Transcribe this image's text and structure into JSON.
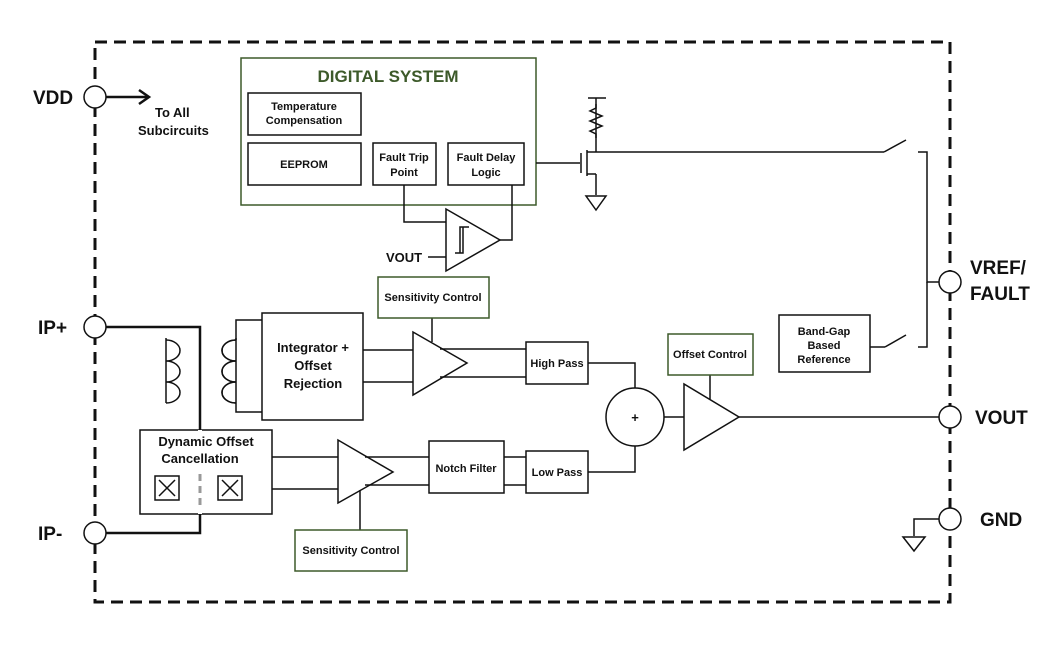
{
  "colors": {
    "green_accent": "#3d5a2a",
    "line": "#111111"
  },
  "pins": {
    "vdd": "VDD",
    "ip_plus": "IP+",
    "ip_minus": "IP-",
    "vref_fault_1": "VREF/",
    "vref_fault_2": "FAULT",
    "vout": "VOUT",
    "gnd": "GND"
  },
  "vdd_note": {
    "line1": "To All",
    "line2": "Subcircuits"
  },
  "digital_system": {
    "title": "DIGITAL SYSTEM",
    "temp_comp": {
      "line1": "Temperature",
      "line2": "Compensation"
    },
    "eeprom": "EEPROM",
    "fault_trip": {
      "line1": "Fault Trip",
      "line2": "Point"
    },
    "fault_delay": {
      "line1": "Fault Delay",
      "line2": "Logic"
    }
  },
  "comparator_input": "VOUT",
  "integrator": {
    "line1": "Integrator +",
    "line2": "Offset",
    "line3": "Rejection"
  },
  "sensitivity_top": "Sensitivity Control",
  "sensitivity_bottom": "Sensitivity Control",
  "high_pass": "High Pass",
  "low_pass": "Low Pass",
  "notch_filter": "Notch Filter",
  "dynamic_offset": {
    "line1": "Dynamic Offset",
    "line2": "Cancellation"
  },
  "offset_control": "Offset Control",
  "summer_symbol": "+",
  "bandgap": {
    "line1": "Band-Gap",
    "line2": "Based",
    "line3": "Reference"
  }
}
